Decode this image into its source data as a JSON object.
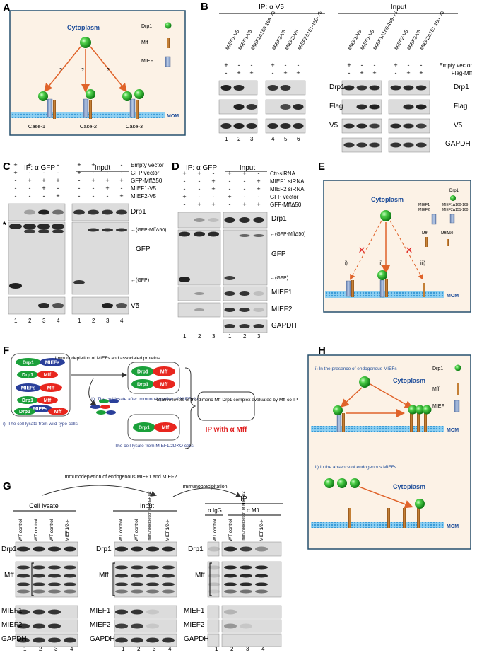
{
  "colors": {
    "drp1": "#22aa22",
    "mff": "#c8782a",
    "mief": "#7f9bc8",
    "arrow": "#e0632a",
    "mom": "#2a8fd0",
    "cytoplasm_text": "#1f4e9a",
    "ip_red": "#e02020",
    "panel_bg": "#fcf2e6",
    "panel_border": "#26506e",
    "blot_bg": "#d8d8d8",
    "band": "#1a1a1a",
    "lysate_caption": "#2d3f8a"
  },
  "panelA": {
    "letter": "A",
    "cytoplasm": "Cytoplasm",
    "legend": [
      "Drp1",
      "Mff",
      "MIEF"
    ],
    "mom": "MOM",
    "q": "?",
    "cases": [
      "Case-1",
      "Case-2",
      "Case-3"
    ]
  },
  "panelB": {
    "letter": "B",
    "ip_title": "IP: α V5",
    "input_title": "Input",
    "lanes": [
      "MIEF1-V5",
      "MIEF1-V5",
      "MIEF1Δ160-169-V5",
      "MIEF2-V5",
      "MIEF2-V5",
      "MIEF2Δ151-160-V5"
    ],
    "cond_labels": [
      "Empty vector",
      "Flag-Mff"
    ],
    "row1": [
      "+",
      "-",
      "-",
      "+",
      "-",
      "-"
    ],
    "row2": [
      "-",
      "+",
      "+",
      "-",
      "+",
      "+"
    ],
    "ip_rows": [
      "Drp1",
      "Flag",
      "V5"
    ],
    "input_rows": [
      "Drp1",
      "Flag",
      "V5",
      "GAPDH"
    ],
    "lane_numbers": [
      "1",
      "2",
      "3",
      "4",
      "5",
      "6"
    ]
  },
  "panelC": {
    "letter": "C",
    "ip_title": "IP: α GFP",
    "input_title": "Input",
    "cond_labels": [
      "Empty vector",
      "GFP vector",
      "GFP-MffΔ50",
      "MIEF1-V5",
      "MIEF2-V5"
    ],
    "signs": [
      [
        "+",
        "+",
        "-",
        "-"
      ],
      [
        "+",
        "-",
        "-",
        "-"
      ],
      [
        "-",
        "+",
        "+",
        "+"
      ],
      [
        "-",
        "-",
        "+",
        "-"
      ],
      [
        "-",
        "-",
        "-",
        "+"
      ]
    ],
    "rows": [
      "Drp1",
      "GFP",
      "V5"
    ],
    "star": "*",
    "mff_band": "←(GFP-MffΔ50)",
    "gfp_band": "←(GFP)",
    "lane_numbers": [
      "1",
      "2",
      "3",
      "4"
    ]
  },
  "panelD": {
    "letter": "D",
    "ip_title": "IP: α GFP",
    "input_title": "Input",
    "cond_labels": [
      "Ctr-siRNA",
      "MIEF1 siRNA",
      "MIEF2 siRNA",
      "GFP vector",
      "GFP-MffΔ50"
    ],
    "signs": [
      [
        "+",
        "+",
        "-"
      ],
      [
        "-",
        "-",
        "+"
      ],
      [
        "-",
        "-",
        "+"
      ],
      [
        "+",
        "-",
        "-"
      ],
      [
        "-",
        "+",
        "+"
      ]
    ],
    "rows": [
      "Drp1",
      "GFP",
      "MIEF1",
      "MIEF2",
      "GAPDH"
    ],
    "mff_band": "←(GFP-MffΔ50)",
    "gfp_band": "←(GFP)",
    "lane_numbers": [
      "1",
      "2",
      "3"
    ]
  },
  "panelE": {
    "letter": "E",
    "cytoplasm": "Cytoplasm",
    "drp1": "Drp1",
    "mief_labels": [
      "MIEF1",
      "MIEF2"
    ],
    "mief_mut": [
      "MIEF1Δ160-169",
      "MIEF2Δ151-160"
    ],
    "mff": "Mff",
    "mff_mut": "MffΔ50",
    "routes": [
      "i)",
      "ii)",
      "iii)"
    ],
    "mom": "MOM"
  },
  "panelF": {
    "letter": "F",
    "immuno_text": "Immunodepletion of MIEFs and associated proteins",
    "caption_i": "i). The cell lysate from wild-type cells",
    "caption_ii": "ii). The cell lysate after immunodepletion of MIEFs in WT cells",
    "caption_iii": "The cell lysate from MIEF1/2DKO cells",
    "box_text": "Relative levels of the dimeric Mff-Drp1 complex evaluated by Mff-co-IP",
    "ip_text": "IP with α Mff",
    "drp1": "Drp1",
    "mff": "Mff",
    "miefs": "MIEFs"
  },
  "panelG": {
    "letter": "G",
    "step1": "Immunodepletion of endogenous MIEF1 and MIEF2",
    "step2": "Immunoprecipitation",
    "groups": [
      "Cell lysate",
      "Input",
      "IP"
    ],
    "ip_sub": [
      "α IgG",
      "α Mff"
    ],
    "lanes_a": [
      "WT control",
      "WT control",
      "WT control",
      "MIEF1/2-/-"
    ],
    "lanes_b": [
      "WT control",
      "WT control",
      "Immunodepletion of MIEF1/2",
      "MIEF1/2-/-"
    ],
    "rows": [
      "Drp1",
      "Mff",
      "MIEF1",
      "MIEF2",
      "GAPDH"
    ],
    "lane_numbers": [
      "1",
      "2",
      "3",
      "4"
    ]
  },
  "panelH": {
    "letter": "H",
    "title_i": "i) In the presence of endogenous MIEFs",
    "title_ii": "ii) In the absence of endogenous MIEFs",
    "cytoplasm": "Cytoplasm",
    "legend": [
      "Drp1",
      "Mff",
      "MIEF"
    ],
    "mom": "MOM"
  }
}
